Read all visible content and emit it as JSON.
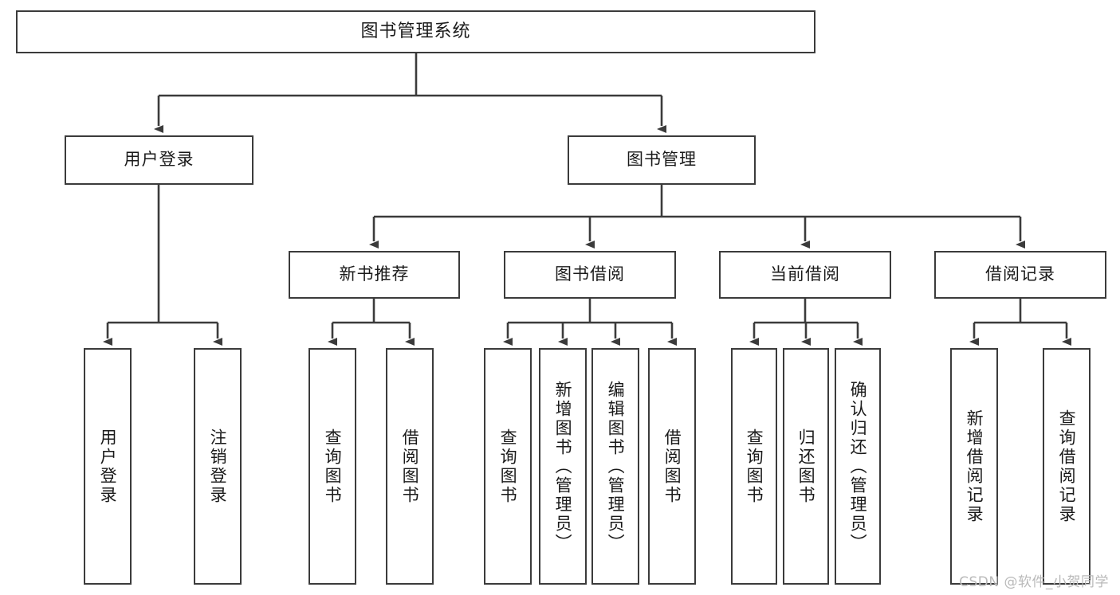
{
  "diagram": {
    "type": "tree-hierarchy",
    "root": {
      "id": "root",
      "label": "图书管理系统"
    },
    "level2": [
      {
        "id": "user-login",
        "label": "用户登录"
      },
      {
        "id": "book-manage",
        "label": "图书管理"
      }
    ],
    "level3": [
      {
        "id": "new-book-rec",
        "label": "新书推荐",
        "parent": "book-manage"
      },
      {
        "id": "book-borrow",
        "label": "图书借阅",
        "parent": "book-manage"
      },
      {
        "id": "current-borrow",
        "label": "当前借阅",
        "parent": "book-manage"
      },
      {
        "id": "borrow-record",
        "label": "借阅记录",
        "parent": "book-manage"
      }
    ],
    "leaves": [
      {
        "id": "leaf-user-login",
        "label": "用户登录",
        "parent": "user-login"
      },
      {
        "id": "leaf-logout-login",
        "label": "注销登录",
        "parent": "user-login"
      },
      {
        "id": "leaf-query-book-1",
        "label": "查询图书",
        "parent": "new-book-rec"
      },
      {
        "id": "leaf-borrow-book-1",
        "label": "借阅图书",
        "parent": "new-book-rec"
      },
      {
        "id": "leaf-query-book-2",
        "label": "查询图书",
        "parent": "book-borrow"
      },
      {
        "id": "leaf-add-book",
        "label": "新增图书（管理员）",
        "parent": "book-borrow"
      },
      {
        "id": "leaf-edit-book",
        "label": "编辑图书（管理员）",
        "parent": "book-borrow"
      },
      {
        "id": "leaf-borrow-book-2",
        "label": "借阅图书",
        "parent": "book-borrow"
      },
      {
        "id": "leaf-query-book-3",
        "label": "查询图书",
        "parent": "current-borrow"
      },
      {
        "id": "leaf-return-book",
        "label": "归还图书",
        "parent": "current-borrow"
      },
      {
        "id": "leaf-confirm-return",
        "label": "确认归还（管理员）",
        "parent": "current-borrow"
      },
      {
        "id": "leaf-add-record",
        "label": "新增借阅记录",
        "parent": "borrow-record"
      },
      {
        "id": "leaf-query-record",
        "label": "查询借阅记录",
        "parent": "borrow-record"
      }
    ]
  },
  "watermark": {
    "text": "CSDN @软件_小贺同学"
  },
  "colors": {
    "stroke": "#3b3b3b",
    "text": "#1a1a1a",
    "background": "#ffffff",
    "watermark": "#b9b9b9"
  }
}
